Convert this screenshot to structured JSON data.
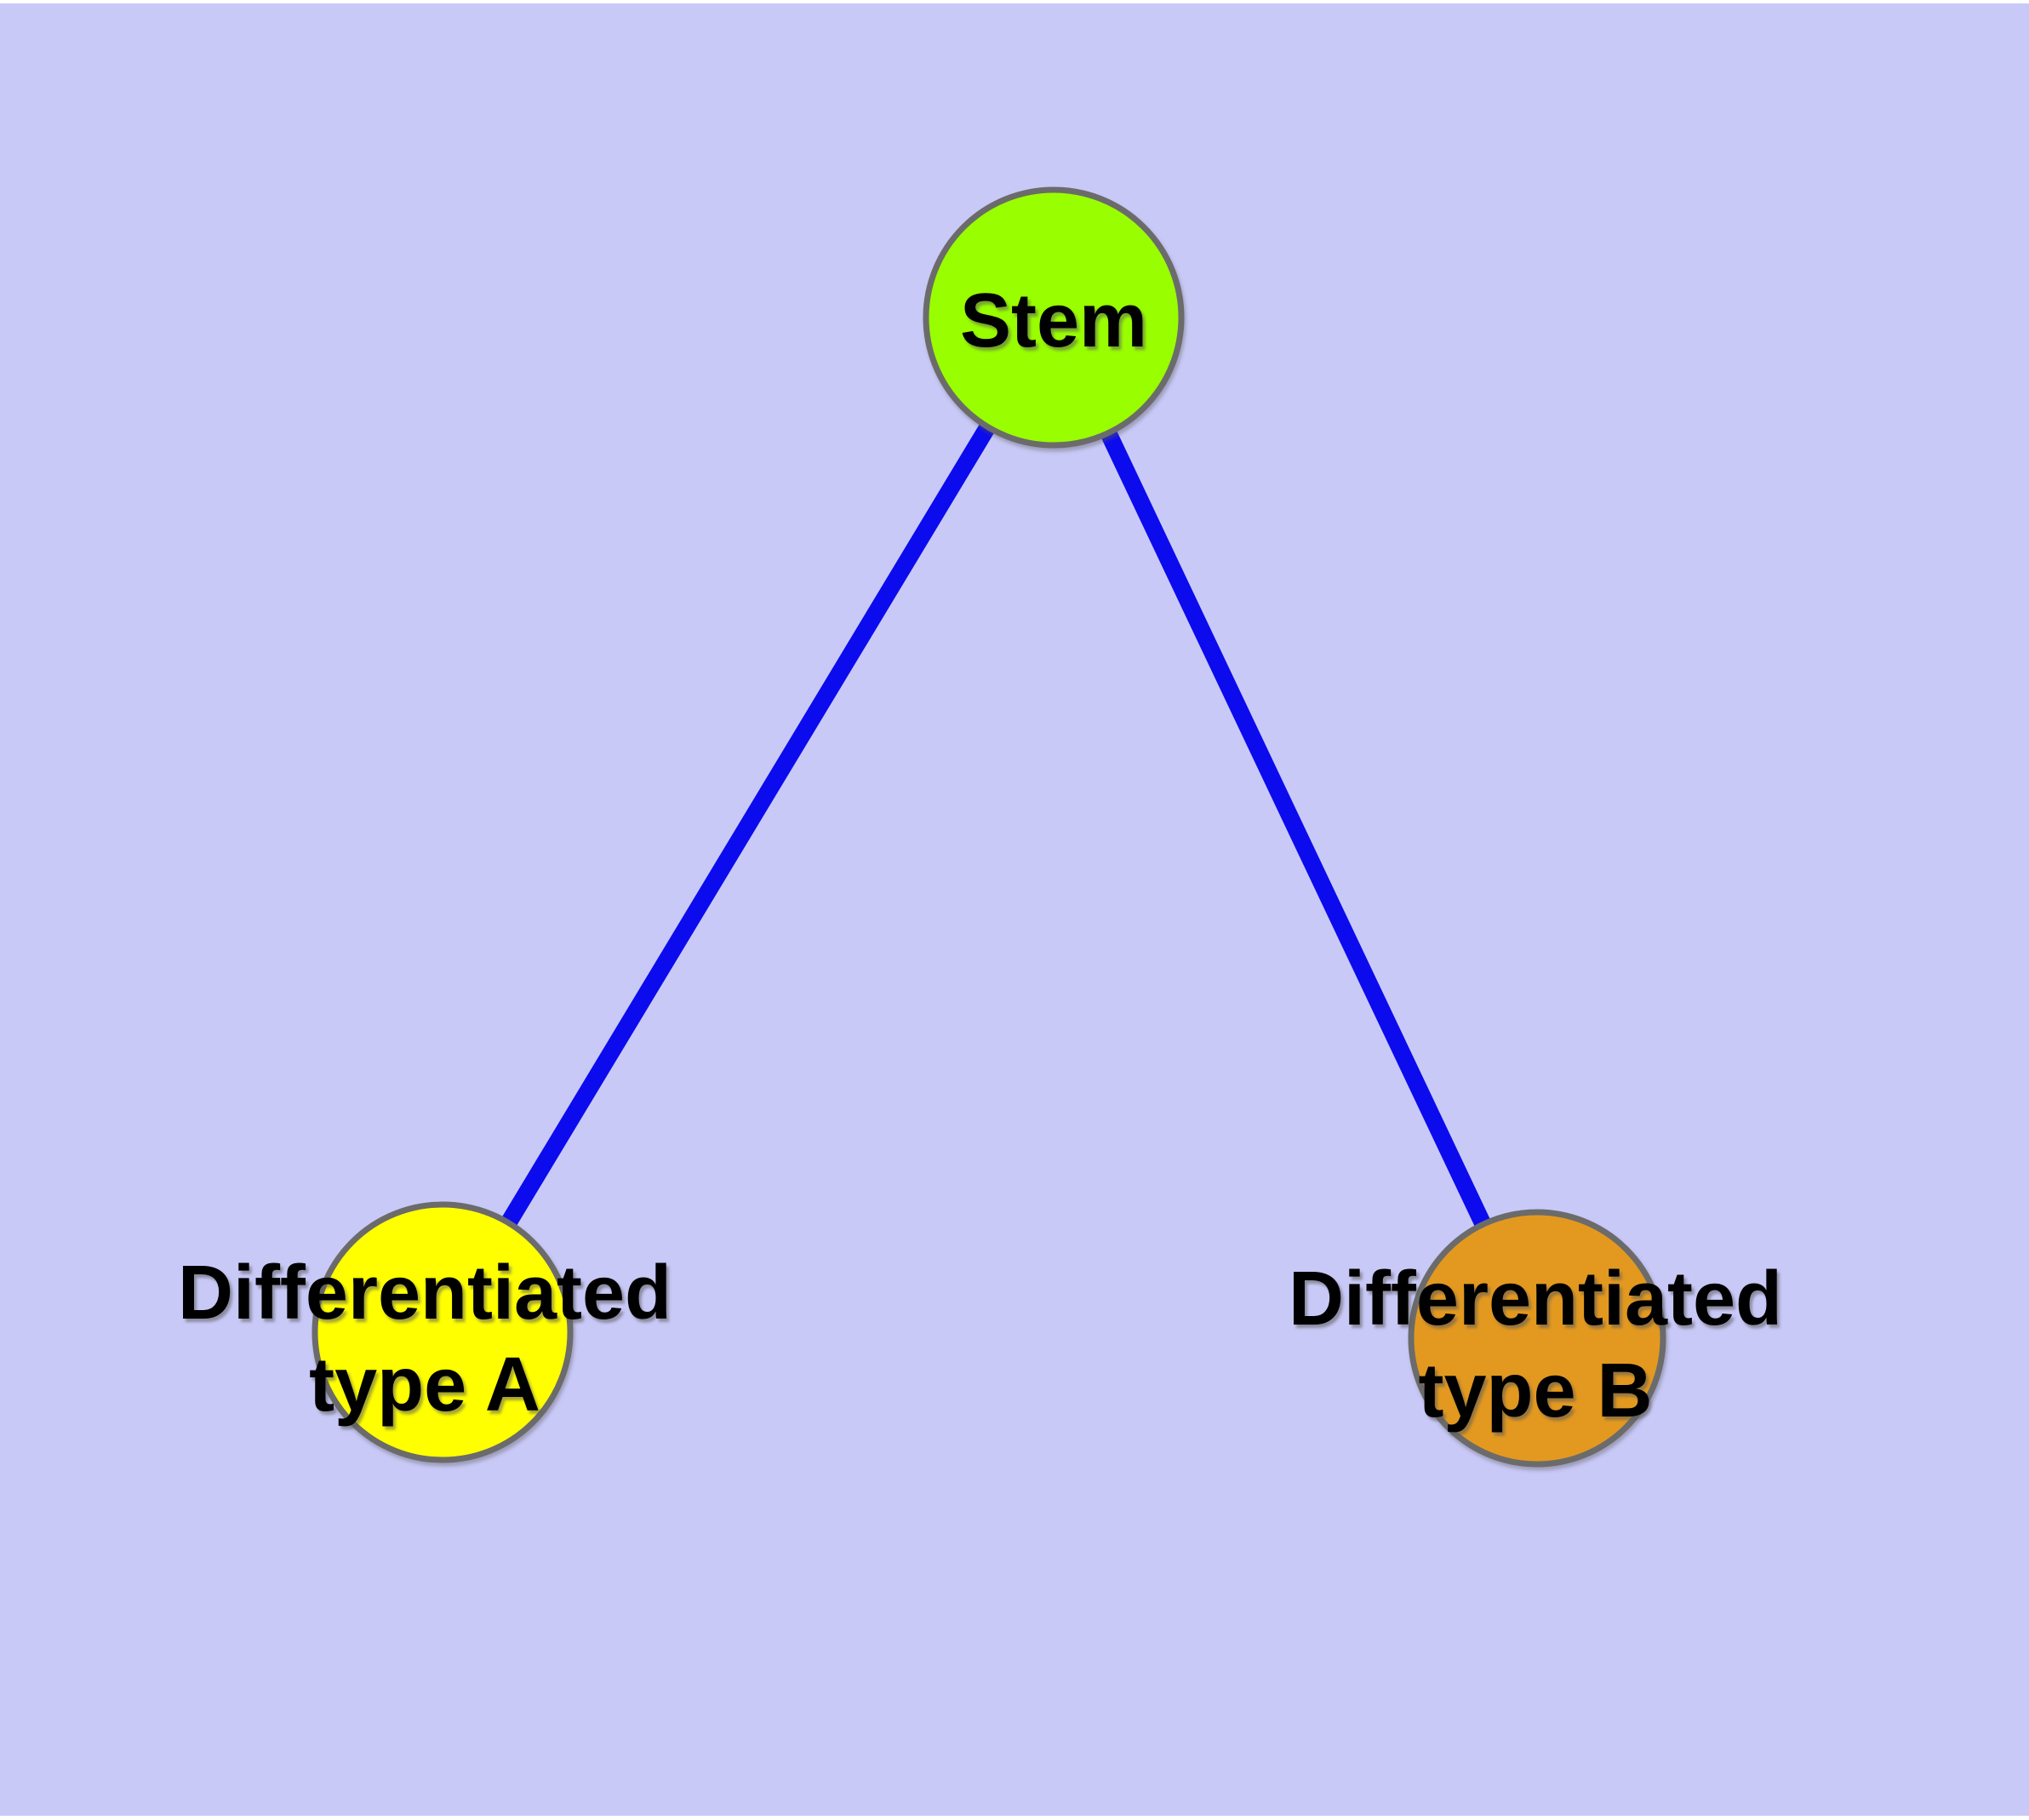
{
  "diagram": {
    "type": "node-link-graph",
    "background_color": "#c9c9f8",
    "edge_color": "#0b0bee",
    "node_border_color": "#6b6b6b",
    "label_color": "#000000",
    "nodes": [
      {
        "id": "stem",
        "label": "Stem",
        "fill": "#99fe00"
      },
      {
        "id": "differentiated-type-a",
        "label_line1": "Differentiated",
        "label_line2": "type A",
        "fill": "#ffff00"
      },
      {
        "id": "differentiated-type-b",
        "label_line1": "Differentiated",
        "label_line2": "type B",
        "fill": "#e3991f"
      }
    ],
    "edges": [
      {
        "from": "stem",
        "to": "differentiated-type-a"
      },
      {
        "from": "stem",
        "to": "differentiated-type-b"
      }
    ]
  }
}
